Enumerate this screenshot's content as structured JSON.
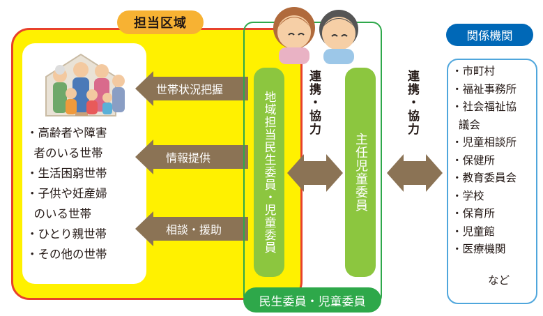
{
  "area": {
    "tab_label": "担当区域",
    "households": [
      "・高齢者や障害",
      "  者のいる世帯",
      "・生活困窮世帯",
      "・子供や妊産婦",
      "  のいる世帯",
      "・ひとり親世帯",
      "・その他の世帯"
    ],
    "arrows": [
      "世帯状況把握",
      "情報提供",
      "相談・援助"
    ]
  },
  "commissioners": {
    "local_label": "地域担当民生委員・児童委員",
    "chief_label": "主任児童委員",
    "title": "民生委員・児童委員"
  },
  "links": {
    "inner": "連携・協力",
    "outer": "連携・協力"
  },
  "agencies": {
    "tab_label": "関係機関",
    "items": [
      "・市町村",
      "・福祉事務所",
      "・社会福祉協",
      "  議会",
      "・児童相談所",
      "・保健所",
      "・教育委員会",
      "・学校",
      "・保育所",
      "・児童館",
      "・医療機関"
    ],
    "etc": "など"
  },
  "colors": {
    "area_fill": "#fff100",
    "area_border": "#e8412b",
    "area_tab": "#f7b233",
    "arrow_brown": "#8b7355",
    "green_pill": "#8cc63f",
    "green_frame": "#2ea84a",
    "agency_tab": "#0068b7",
    "agency_border": "#4fa6dc"
  },
  "icons": [
    "family-illustration",
    "commissioners-illustration",
    "left-arrow",
    "double-arrow"
  ]
}
